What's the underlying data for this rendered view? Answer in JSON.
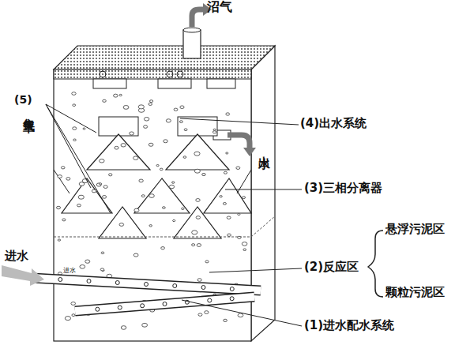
{
  "diagram": {
    "labels": [
      "沼气",
      "(5)",
      "集气罩",
      "(4)出水系统",
      "出水",
      "(3)三相分离器",
      "进水",
      "进水",
      "(2)反应区",
      "悬浮污泥区",
      "颗粒污泥区",
      "(1)进水配水系统"
    ]
  }
}
